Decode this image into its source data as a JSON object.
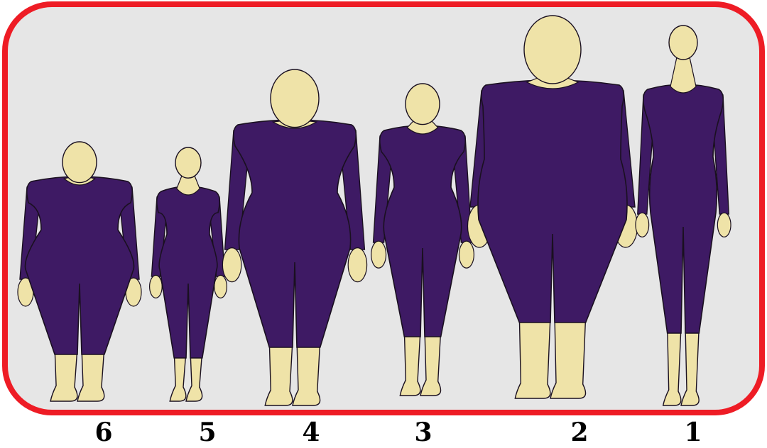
{
  "colors": {
    "frame_border": "#ee1c25",
    "frame_background": "#e6e6e6",
    "bodysuit": "#3e1a64",
    "skin": "#efe3a8",
    "outline": "#1a1020"
  },
  "figures": [
    {
      "label": "6"
    },
    {
      "label": "5"
    },
    {
      "label": "4"
    },
    {
      "label": "3"
    },
    {
      "label": "2"
    },
    {
      "label": "1"
    }
  ]
}
